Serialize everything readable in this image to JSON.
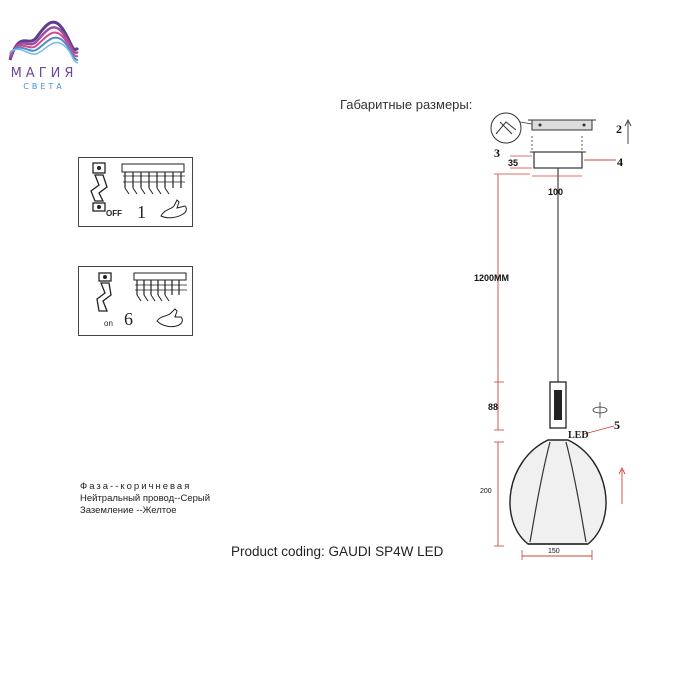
{
  "brand": {
    "name": "МАГИЯ",
    "tagline": "СВЕТА",
    "colors": {
      "primary": "#6a4a9a",
      "secondary": "#4a8fd0",
      "accent": "#d04a8a"
    }
  },
  "diagram": {
    "heading": "Габаритные размеры:",
    "dimensions": {
      "cable_length": "1200MM",
      "canopy_height": "35",
      "canopy_width": "100",
      "holder_height": "88",
      "shade_height": "200",
      "shade_width": "150"
    },
    "callouts": [
      "2",
      "3",
      "4",
      "5"
    ],
    "led_label": "LED"
  },
  "install_steps": [
    {
      "switch_label": "OFF",
      "step_number": "1"
    },
    {
      "switch_label": "on",
      "step_number": "6"
    }
  ],
  "wiring": {
    "phase": "Фаза--коричневая",
    "neutral": "Нейтральный провод--Серый",
    "ground": "Заземление --Желтое"
  },
  "product_coding": "Product coding: GAUDI SP4W LED"
}
